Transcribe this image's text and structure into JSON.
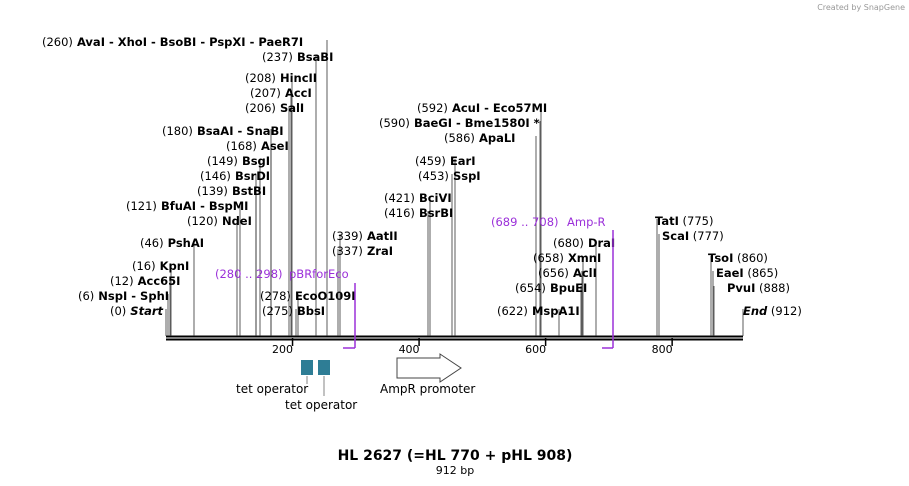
{
  "watermark": "Created by SnapGene",
  "title": "HL 2627 (=HL 770 + pHL 908)",
  "length_label": "912 bp",
  "total_bp": 912,
  "colors": {
    "feature": "#9b30d9",
    "box": "#2e7d95"
  },
  "axis_ticks": [
    "200",
    "400",
    "600",
    "800"
  ],
  "axis_tick_values": [
    200,
    400,
    600,
    800
  ],
  "sites": [
    {
      "text": "(260)",
      "names": [
        "AvaI",
        "XhoI",
        "BsoBI",
        "PspXI",
        "PaeR7I"
      ],
      "bp": 260
    },
    {
      "text": "(237)",
      "names": [
        "BsaBI"
      ],
      "bp": 237
    },
    {
      "text": "(208)",
      "names": [
        "HincII"
      ],
      "bp": 208
    },
    {
      "text": "(207)",
      "names": [
        "AccI"
      ],
      "bp": 207
    },
    {
      "text": "(206)",
      "names": [
        "SalI"
      ],
      "bp": 206
    },
    {
      "text": "(180)",
      "names": [
        "BsaAI",
        "SnaBI"
      ],
      "bp": 180
    },
    {
      "text": "(168)",
      "names": [
        "AseI"
      ],
      "bp": 168
    },
    {
      "text": "(149)",
      "names": [
        "BsgI"
      ],
      "bp": 149
    },
    {
      "text": "(146)",
      "names": [
        "BsrDI"
      ],
      "bp": 146
    },
    {
      "text": "(139)",
      "names": [
        "BstBI"
      ],
      "bp": 139
    },
    {
      "text": "(121)",
      "names": [
        "BfuAI",
        "BspMI"
      ],
      "bp": 121
    },
    {
      "text": "(120)",
      "names": [
        "NdeI"
      ],
      "bp": 120
    },
    {
      "text": "(46)",
      "names": [
        "PshAI"
      ],
      "bp": 46
    },
    {
      "text": "(16)",
      "names": [
        "KpnI"
      ],
      "bp": 16
    },
    {
      "text": "(12)",
      "names": [
        "Acc65I"
      ],
      "bp": 12
    },
    {
      "text": "(6)",
      "names": [
        "NspI",
        "SphI"
      ],
      "bp": 6
    },
    {
      "text": "(0)",
      "names": [
        "Start"
      ],
      "bp": 0,
      "italic": true
    },
    {
      "text": "(278)",
      "names": [
        "EcoO109I"
      ],
      "bp": 278
    },
    {
      "text": "(275)",
      "names": [
        "BbsI"
      ],
      "bp": 275
    },
    {
      "text": "(339)",
      "names": [
        "AatII"
      ],
      "bp": 339
    },
    {
      "text": "(337)",
      "names": [
        "ZraI"
      ],
      "bp": 337
    },
    {
      "text": "(592)",
      "names": [
        "AcuI",
        "Eco57MI"
      ],
      "bp": 592
    },
    {
      "text": "(590)",
      "names": [
        "BaeGI",
        "Bme1580I *"
      ],
      "bp": 590
    },
    {
      "text": "(586)",
      "names": [
        "ApaLI"
      ],
      "bp": 586
    },
    {
      "text": "(459)",
      "names": [
        "EarI"
      ],
      "bp": 459
    },
    {
      "text": "(453)",
      "names": [
        "SspI"
      ],
      "bp": 453
    },
    {
      "text": "(421)",
      "names": [
        "BciVI"
      ],
      "bp": 421
    },
    {
      "text": "(416)",
      "names": [
        "BsrBI"
      ],
      "bp": 416
    },
    {
      "text": "(680)",
      "names": [
        "DraI"
      ],
      "bp": 680
    },
    {
      "text": "(658)",
      "names": [
        "XmnI"
      ],
      "bp": 658
    },
    {
      "text": "(656)",
      "names": [
        "AclI"
      ],
      "bp": 656
    },
    {
      "text": "(654)",
      "names": [
        "BpuEI"
      ],
      "bp": 654
    },
    {
      "text": "(622)",
      "names": [
        "MspA1I"
      ],
      "bp": 622
    },
    {
      "text": "(775)",
      "names": [
        "TatI"
      ],
      "bp": 775,
      "pos_right": true
    },
    {
      "text": "(777)",
      "names": [
        "ScaI"
      ],
      "bp": 777,
      "pos_right": true
    },
    {
      "text": "(860)",
      "names": [
        "TsoI"
      ],
      "bp": 860,
      "pos_right": true
    },
    {
      "text": "(865)",
      "names": [
        "EaeI"
      ],
      "bp": 865,
      "pos_right": true
    },
    {
      "text": "(888)",
      "names": [
        "PvuI"
      ],
      "bp": 888,
      "pos_right": true
    },
    {
      "text": "(912)",
      "names": [
        "End"
      ],
      "bp": 912,
      "pos_right": true,
      "italic": true
    }
  ],
  "features": [
    {
      "range": "(280 .. 298)",
      "name": "pBRforEco",
      "start": 280,
      "end": 298
    },
    {
      "range": "(689 .. 708)",
      "name": "Amp-R",
      "start": 689,
      "end": 708
    }
  ],
  "annotations": [
    {
      "label": "tet operator"
    },
    {
      "label": "tet operator"
    },
    {
      "label": "AmpR promoter"
    }
  ]
}
